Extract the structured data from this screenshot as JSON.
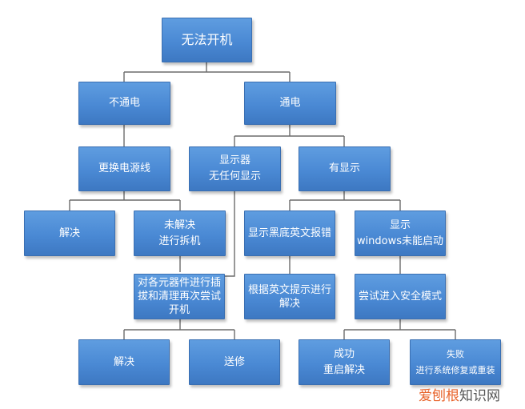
{
  "diagram": {
    "title": "无法开机",
    "colors": {
      "node_fill_top": "#5f9de0",
      "node_fill_bottom": "#3d78c2",
      "node_text": "#ffffff",
      "connector": "#6b6b6b",
      "background": "#ffffff"
    },
    "nodes": {
      "root": {
        "lines": [
          "无法开机"
        ]
      },
      "no_power": {
        "lines": [
          "不通电"
        ]
      },
      "power_on": {
        "lines": [
          "通电"
        ]
      },
      "replace_cable": {
        "lines": [
          "更换电源线"
        ]
      },
      "no_display": {
        "lines": [
          "显示器",
          "无任何显示"
        ]
      },
      "has_display": {
        "lines": [
          "有显示"
        ]
      },
      "solved_1": {
        "lines": [
          "解决"
        ]
      },
      "unsolved_disassemble": {
        "lines": [
          "未解决",
          "进行拆机"
        ]
      },
      "black_screen_error": {
        "lines": [
          "显示黑底英文报错"
        ]
      },
      "windows_fail": {
        "lines": [
          "显示",
          "windows未能启动"
        ]
      },
      "reseat_clean": {
        "lines": [
          "对各元器件进行插",
          "拔和清理再次尝试",
          "开机"
        ]
      },
      "follow_english_hint": {
        "lines": [
          "根据英文提示进行",
          "解决"
        ]
      },
      "safe_mode": {
        "lines": [
          "尝试进入安全模式"
        ]
      },
      "solved_2": {
        "lines": [
          "解决"
        ]
      },
      "send_repair": {
        "lines": [
          "送修"
        ]
      },
      "success_restart": {
        "lines": [
          "成功",
          "重启解决"
        ]
      },
      "fail_repair_reinstall": {
        "lines": [
          "失败",
          "进行系统修复或重装"
        ]
      }
    },
    "edges": [
      [
        "root",
        "no_power"
      ],
      [
        "root",
        "power_on"
      ],
      [
        "no_power",
        "replace_cable"
      ],
      [
        "power_on",
        "no_display"
      ],
      [
        "power_on",
        "has_display"
      ],
      [
        "replace_cable",
        "solved_1"
      ],
      [
        "replace_cable",
        "unsolved_disassemble"
      ],
      [
        "no_display",
        "reseat_clean"
      ],
      [
        "unsolved_disassemble",
        "reseat_clean"
      ],
      [
        "has_display",
        "black_screen_error"
      ],
      [
        "has_display",
        "windows_fail"
      ],
      [
        "black_screen_error",
        "follow_english_hint"
      ],
      [
        "windows_fail",
        "safe_mode"
      ],
      [
        "reseat_clean",
        "solved_2"
      ],
      [
        "reseat_clean",
        "send_repair"
      ],
      [
        "safe_mode",
        "success_restart"
      ],
      [
        "safe_mode",
        "fail_repair_reinstall"
      ]
    ]
  },
  "watermark": {
    "part1": "爱刨根",
    "part2": "知识网"
  }
}
